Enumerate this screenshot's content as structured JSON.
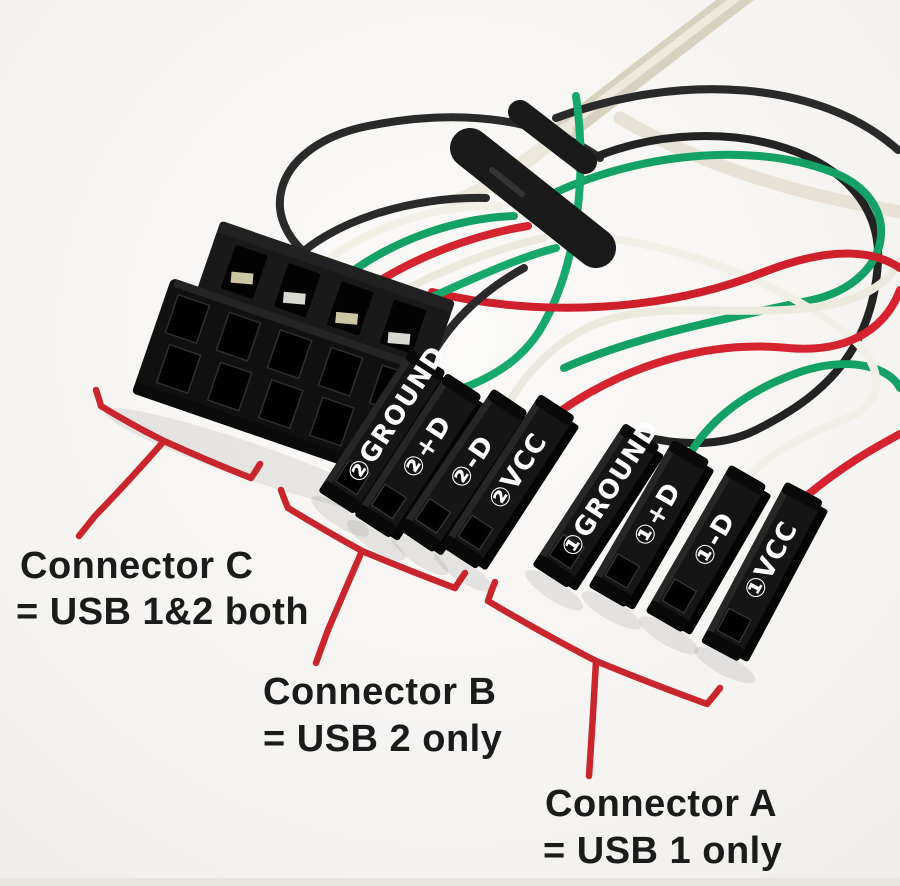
{
  "photo": {
    "subject": "internal-usb-header-cable-photo",
    "background": "#f5f3f0"
  },
  "colors": {
    "annotation_red": "#c9252c",
    "wire_black": "#2a2a2a",
    "wire_black_dark": "#232323",
    "wire_green": "#14a166",
    "wire_green2": "#17a96c",
    "wire_white": "#f2efe7",
    "wire_white2": "#eceade",
    "wire_red": "#d5242f",
    "wire_red2": "#cf1f2b",
    "sleeve_beige": "#d8d1bf",
    "sleeve_highlight": "#efe9dc",
    "sleeve_pale": "#e7e2d5",
    "sleeve_white": "#ece8dc"
  },
  "pins": {
    "b": [
      {
        "label": "②GROUND"
      },
      {
        "label": "②+D"
      },
      {
        "label": "②-D"
      },
      {
        "label": "②VCC"
      }
    ],
    "a": [
      {
        "label": "①GROUND"
      },
      {
        "label": "①+D"
      },
      {
        "label": "①-D"
      },
      {
        "label": "①VCC"
      }
    ]
  },
  "annotations": [
    {
      "id": "connector-c",
      "line1": "Connector C",
      "line2": "= USB 1&2 both"
    },
    {
      "id": "connector-b",
      "line1": "Connector B",
      "line2": "= USB 2 only"
    },
    {
      "id": "connector-a",
      "line1": "Connector A",
      "line2": "= USB 1 only"
    }
  ]
}
